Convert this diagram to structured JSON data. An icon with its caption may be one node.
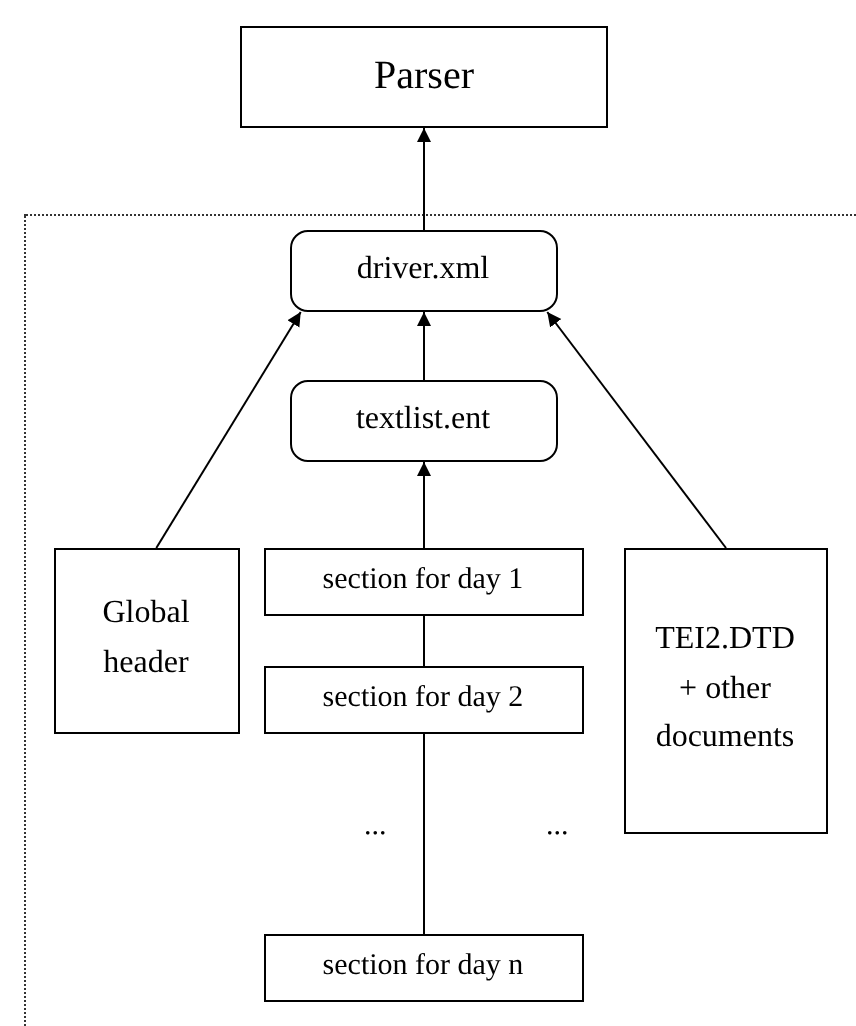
{
  "diagram": {
    "nodes": [
      {
        "text": [
          "Parser"
        ]
      },
      {
        "text": [],
        "shape": "box"
      },
      {
        "text": [
          "driver.xml"
        ],
        "in": 1
      },
      {
        "text": [
          "textlist.ent"
        ],
        "in": 1
      },
      {
        "text": [
          "Global header"
        ],
        "in": 1
      },
      {
        "text": [
          "section for day 1"
        ],
        "in": 1
      },
      {
        "text": [
          "section for day 2"
        ],
        "in": 1
      },
      {
        "text": [
          "section for day n"
        ],
        "in": 1
      },
      {
        "text": [
          "TEI2.DTD + other documents"
        ],
        "in": 1
      }
    ],
    "edges": [
      {
        "from": 2,
        "to": 0,
        "arrow": "to"
      },
      {
        "from": 3,
        "to": 2,
        "arrow": "to"
      },
      {
        "from": 4,
        "to": 2,
        "arrow": "to"
      },
      {
        "from": 8,
        "to": 2,
        "arrow": "to"
      },
      {
        "from": 5,
        "to": 3,
        "arrow": "to"
      },
      {
        "from": 6,
        "to": 5,
        "arrow": "none"
      },
      {
        "from": 7,
        "to": 6,
        "arrow": "none"
      }
    ],
    "labels": [
      "...",
      "..."
    ]
  }
}
